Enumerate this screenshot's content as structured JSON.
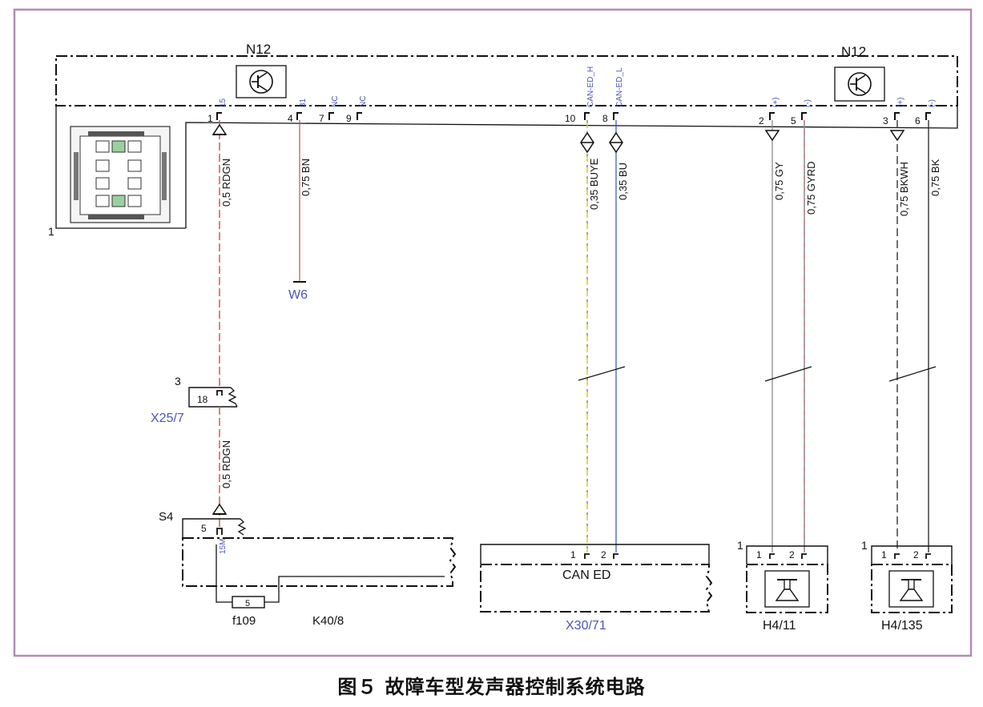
{
  "modules": {
    "n12_left": "N12",
    "n12_right": "N12",
    "connector_ref": "1",
    "w6": "W6",
    "s3_ref": "3",
    "x25_7": "X25/7",
    "s4": "S4",
    "f109": "f109",
    "k40_8": "K40/8",
    "can_ed": "CAN ED",
    "x30_71": "X30/71",
    "h4_11_ref": "1",
    "h4_11": "H4/11",
    "h4_135_ref": "1",
    "h4_135": "H4/135"
  },
  "pin_names": {
    "p1": "15",
    "p4": "31",
    "p7": "NC",
    "p9": "NC",
    "p10": "CAN-ED_H",
    "p8": "CAN-ED_L",
    "p2": "(+)",
    "p5": "(-)",
    "p3": "(+)",
    "p6": "(-)",
    "s4_pin": "15M"
  },
  "pin_numbers": {
    "p1": "1",
    "p4": "4",
    "p7": "7",
    "p9": "9",
    "p10": "10",
    "p8": "8",
    "p2": "2",
    "p5": "5",
    "p3": "3",
    "p6": "6",
    "x25_pin": "18",
    "s4_pin": "5",
    "fuse": "5",
    "can1": "1",
    "can2": "2",
    "h11_1": "1",
    "h11_2": "2",
    "h135_1": "1",
    "h135_2": "2"
  },
  "wires": {
    "w1": "0,5 RDGN",
    "w2": "0,75 BN",
    "w3": "0,35 BUYE",
    "w4": "0,35 BU",
    "w5": "0,75 GY",
    "w6": "0,75 GYRD",
    "w7": "0,75 BKWH",
    "w8": "0,75 BK",
    "w9": "0,5 RDGN"
  },
  "colors": {
    "frame": "#b58ab8",
    "line": "#111111",
    "label_blue": "#4a55b8",
    "wire_red": "#e05050",
    "wire_yellow": "#e0cc30",
    "wire_blue": "#3050c0",
    "wire_gray": "#8a8a8a",
    "wire_brown": "#8b5a2b"
  },
  "caption": "图５ 故障车型发声器控制系统电路"
}
